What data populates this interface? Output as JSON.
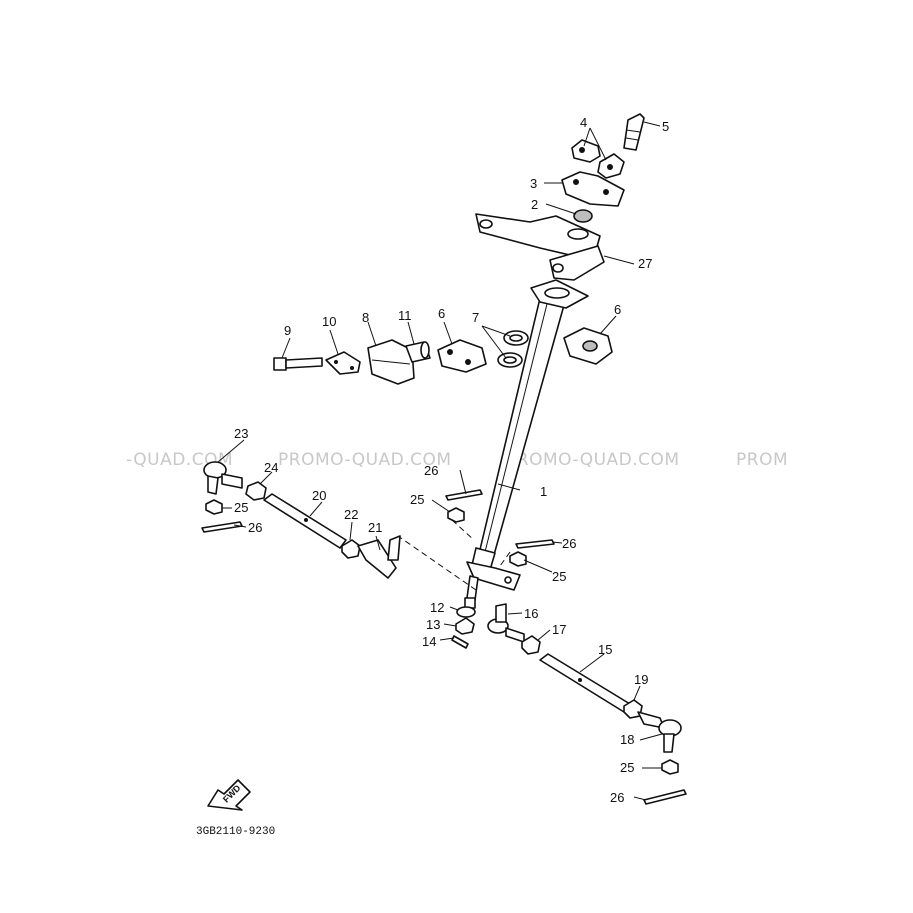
{
  "watermarks": [
    "-QUAD.COM",
    "PROMO-QUAD.COM",
    "PROMO-QUAD.COM",
    "PROM"
  ],
  "fwd_label": "FWD",
  "drawing_code": "3GB2110-9230",
  "part_labels": {
    "p1": "1",
    "p2": "2",
    "p3": "3",
    "p4": "4",
    "p5": "5",
    "p6a": "6",
    "p6b": "6",
    "p7": "7",
    "p8": "8",
    "p9": "9",
    "p10": "10",
    "p11": "11",
    "p12": "12",
    "p13": "13",
    "p14": "14",
    "p15": "15",
    "p16": "16",
    "p17": "17",
    "p18": "18",
    "p19": "19",
    "p20": "20",
    "p21": "21",
    "p22": "22",
    "p23": "23",
    "p24": "24",
    "p25a": "25",
    "p25b": "25",
    "p25c": "25",
    "p25d": "25",
    "p26a": "26",
    "p26b": "26",
    "p26c": "26",
    "p26d": "26",
    "p27": "27"
  },
  "colors": {
    "ink": "#111111",
    "watermark": "#c8c8c8",
    "background": "#ffffff"
  }
}
